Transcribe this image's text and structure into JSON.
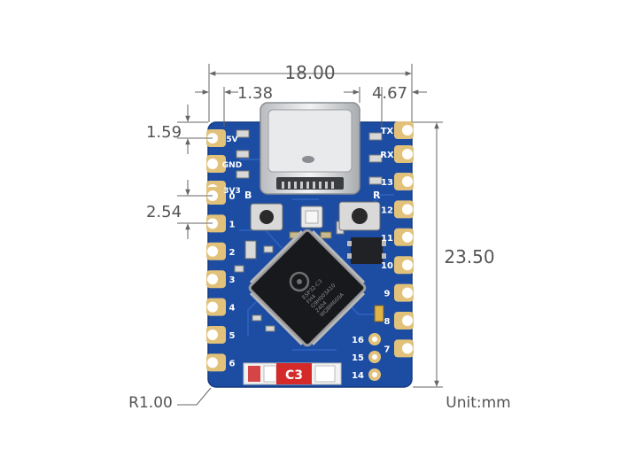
{
  "dimensions": {
    "width": "18.00",
    "left_offset": "1.38",
    "right_offset": "4.67",
    "top_pin_offset": "1.59",
    "pin_pitch": "2.54",
    "height": "23.50",
    "corner_radius": "R1.00",
    "unit": "Unit:mm"
  },
  "board": {
    "left_pins": [
      "5V",
      "GND",
      "3V3",
      "0",
      "1",
      "2",
      "3",
      "4",
      "5",
      "6"
    ],
    "right_pins": [
      "TX",
      "RX",
      "13",
      "12",
      "11",
      "10",
      "9",
      "8",
      "7"
    ],
    "bottom_pins": [
      "16",
      "15",
      "14"
    ],
    "button_labels": {
      "boot": "B",
      "reset": "R"
    },
    "chip_badge": "C3",
    "chip_marking": [
      "ESP32-C3",
      "FH4",
      "G9H003A10",
      "2404",
      "WQBM600A"
    ]
  },
  "colors": {
    "pcb": "#1c4da3",
    "pcb_dark": "#163e88",
    "pad_gold": "#e2c27a",
    "dimension_line": "#666666",
    "badge_red": "#d42a2a"
  }
}
